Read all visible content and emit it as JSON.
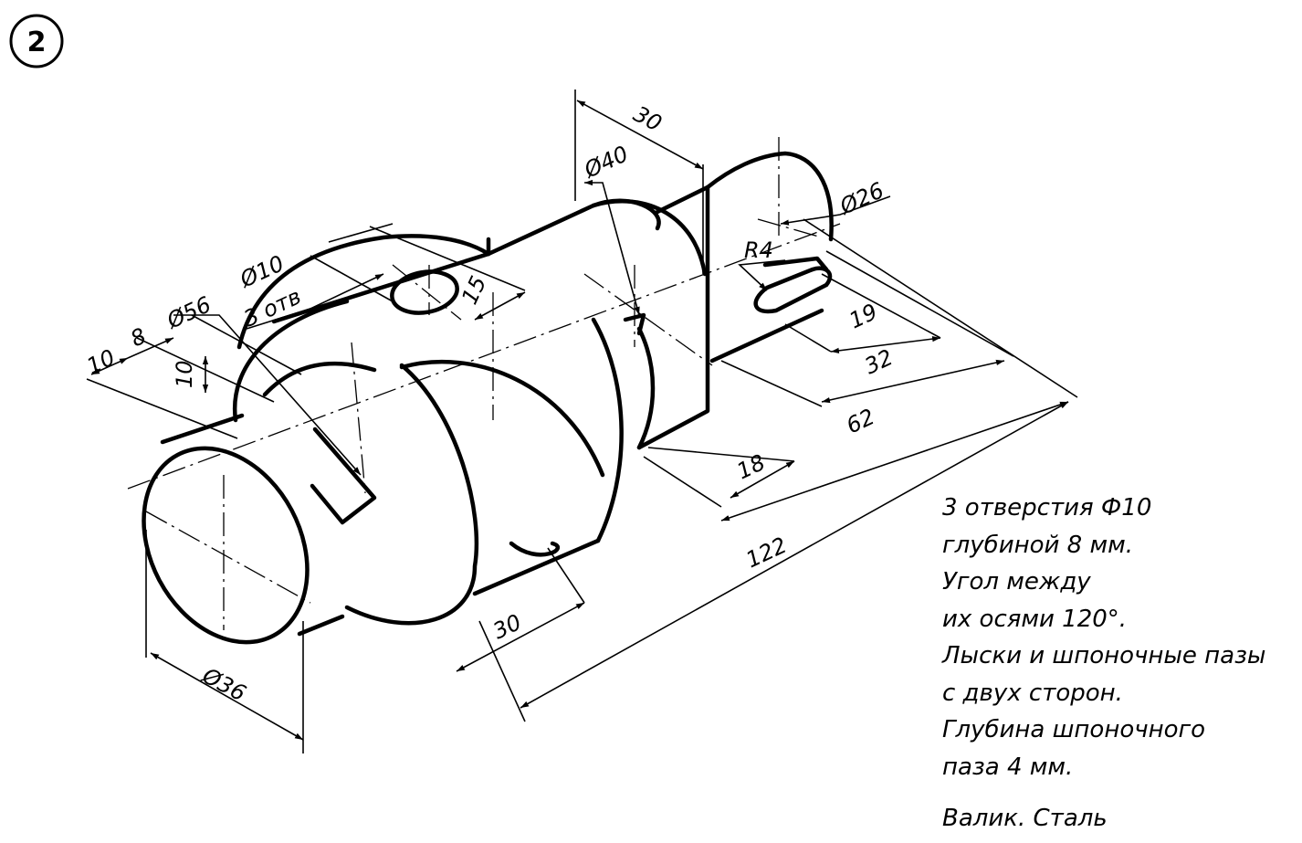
{
  "badge": "2",
  "dimensions": {
    "d10": "10",
    "d8": "8",
    "d56": "Ø56",
    "d10_vert": "10",
    "d10_holes_top": "Ø10",
    "d10_holes_bottom": "3 отв",
    "d15": "15",
    "d30_top": "30",
    "d40": "Ø40",
    "d26": "Ø26",
    "r4": "R4",
    "d19": "19",
    "d32": "32",
    "d62": "62",
    "d18": "18",
    "d122": "122",
    "d30_bottom": "30",
    "d36": "Ø36"
  },
  "notes": [
    "3 отверстия  Ф10",
    "глубиной 8 мм.",
    "Угол между",
    "их осями 120°.",
    "Лыски и шпоночные пазы",
    "с двух  сторон.",
    "Глубина шпоночного",
    "паза 4 мм."
  ],
  "title": "Валик. Сталь"
}
